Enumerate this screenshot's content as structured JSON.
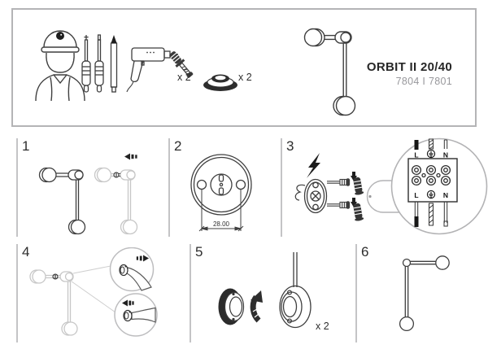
{
  "product": {
    "name": "ORBIT II 20/40",
    "code": "7804 I 7801"
  },
  "contents": {
    "anchors_qty": "x 2",
    "covers_qty": "x 2"
  },
  "steps": [
    "1",
    "2",
    "3",
    "4",
    "5",
    "6"
  ],
  "step2": {
    "hole_spacing_mm": "28.00"
  },
  "step3": {
    "labels": {
      "live": "L",
      "neutral": "N"
    }
  },
  "step5": {
    "qty": "x 2"
  },
  "icons": {
    "worker": "installer-figure",
    "tools": "screwdrivers-and-pencil",
    "drill": "power-drill",
    "screw_anchor": "screw-with-wall-plug",
    "cover_disc": "ceiling-cover-disc",
    "lamp": "orbit-wall-lamp",
    "lightning": "electricity-warning-bolt",
    "earth": "earth-ground-symbol",
    "magnifier": "detail-zoom-circle"
  },
  "colors": {
    "ink": "#3f3f3f",
    "ghost": "#c7c7c7",
    "frame": "#b4b4b6",
    "muted_text": "#98989c"
  }
}
